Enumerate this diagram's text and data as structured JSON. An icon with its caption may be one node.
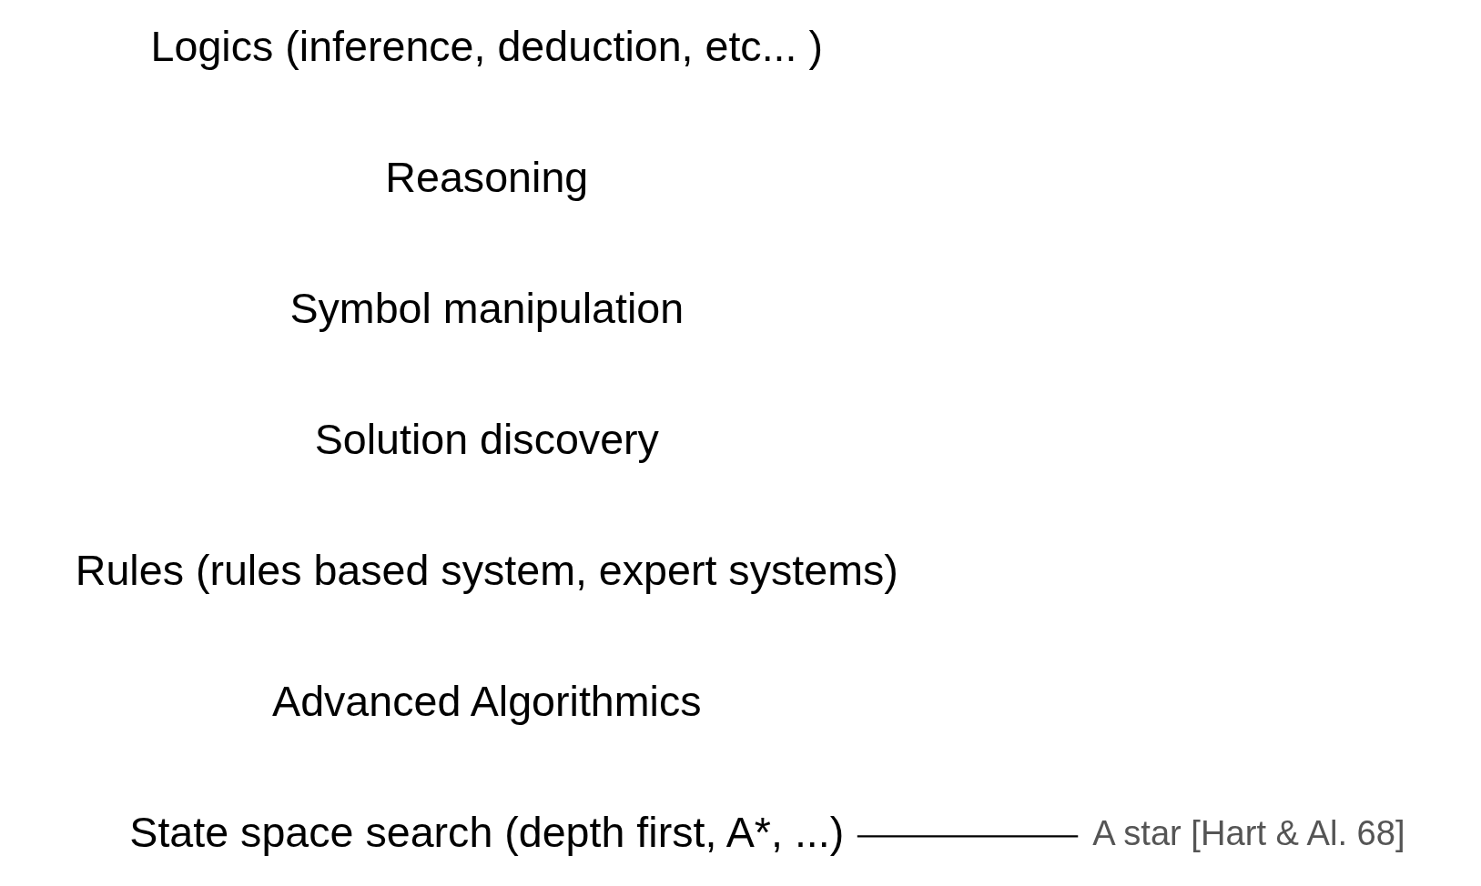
{
  "diagram": {
    "nodes": [
      {
        "text": [
          "Logics (inference, deduction, etc... )"
        ]
      },
      {
        "text": [
          "Reasoning"
        ]
      },
      {
        "text": [
          "Symbol manipulation"
        ]
      },
      {
        "text": [
          "Solution discovery"
        ]
      },
      {
        "text": [
          "Rules (rules based system, expert systems)"
        ]
      },
      {
        "text": [
          "Advanced Algorithmics"
        ]
      },
      {
        "text": [
          "State space search (depth first, A*, ...)"
        ]
      },
      {
        "text": [
          "A star [Hart & Al. 68]"
        ]
      }
    ],
    "edges": [
      {
        "from": 6,
        "to": 7,
        "arrow": "none"
      }
    ]
  }
}
